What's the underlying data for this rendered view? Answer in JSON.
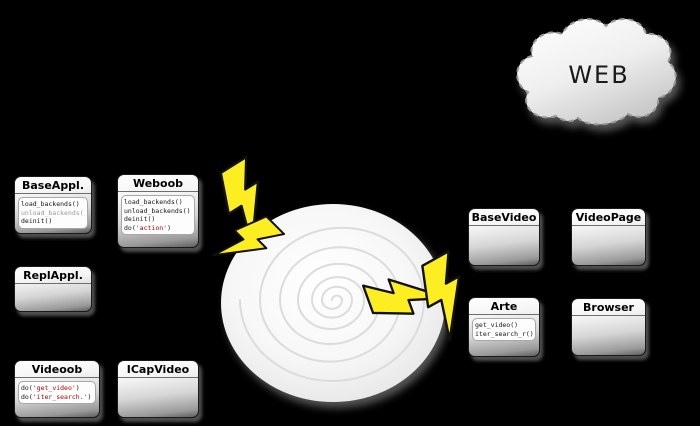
{
  "diagram": {
    "background": "#000000",
    "colors": {
      "bolt_yellow": "#fdee21",
      "string_red": "#b30000",
      "muted_gray": "#9a9a9a"
    },
    "cloud": {
      "label": "WEB"
    },
    "spiral": {
      "name": "internet-swirl"
    },
    "boxes": {
      "baseappl": {
        "title": "BaseAppl.",
        "methods": [
          {
            "pre": "load_backends()"
          },
          {
            "pre": "unload_backends()"
          },
          {
            "pre": "deinit()"
          }
        ]
      },
      "weboob": {
        "title": "Weboob",
        "methods": [
          {
            "pre": "load_backends()"
          },
          {
            "pre": "unload_backends()"
          },
          {
            "pre": "deinit()"
          },
          {
            "pre": "do(",
            "arg": "'action'",
            "post": ")"
          }
        ]
      },
      "replappl": {
        "title": "ReplAppl."
      },
      "videoob": {
        "title": "Videoob",
        "methods": [
          {
            "pre": "do(",
            "arg": "'get_video'",
            "post": ")"
          },
          {
            "pre": "do(",
            "arg": "'iter_search.'",
            "post": ")"
          }
        ]
      },
      "icapvideo": {
        "title": "ICapVideo"
      },
      "basevideo": {
        "title": "BaseVideo"
      },
      "videopage": {
        "title": "VideoPage"
      },
      "arte": {
        "title": "Arte",
        "methods": [
          {
            "pre": "get_video()"
          },
          {
            "pre": "iter_search_r()"
          }
        ]
      },
      "browser": {
        "title": "Browser"
      }
    }
  }
}
